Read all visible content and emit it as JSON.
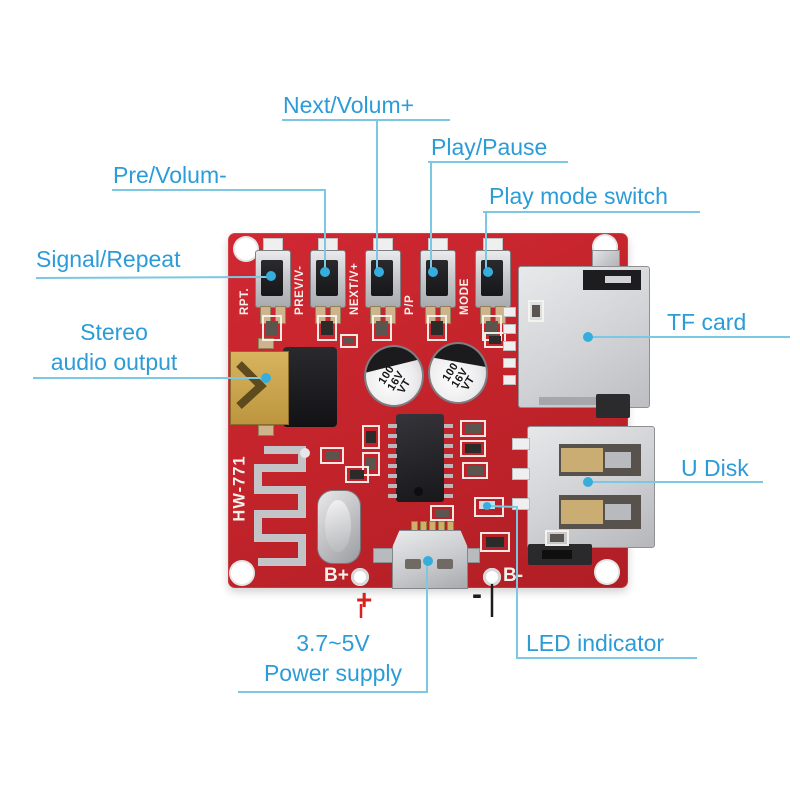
{
  "labels": {
    "signal_repeat": "Signal/Repeat",
    "pre_volum": "Pre/Volum-",
    "next_volum": "Next/Volum+",
    "play_pause": "Play/Pause",
    "play_mode": "Play mode switch",
    "stereo_line1": "Stereo",
    "stereo_line2": "audio output",
    "tf_card": "TF card",
    "u_disk": "U Disk",
    "led_indicator": "LED indicator",
    "power_line1": "3.7~5V",
    "power_line2": "Power supply",
    "plus_mark": "+",
    "minus_mark": "-"
  },
  "board": {
    "model": "HW-771",
    "buttons": [
      {
        "silk": "RPT."
      },
      {
        "silk": "PREV/V-"
      },
      {
        "silk": "NEXT/V+"
      },
      {
        "silk": "P/P"
      },
      {
        "silk": "MODE"
      }
    ],
    "b_plus": "B+",
    "b_minus": "B-",
    "cap_lines": [
      "100",
      "16V",
      "VT"
    ]
  },
  "colors": {
    "label_blue": "#2b9cd8",
    "line_cyan": "#7cc7e2",
    "dot_cyan": "#35aedd",
    "plus_red": "#d7231d",
    "minus_black": "#1c1c1c",
    "silk_white": "#f4f1ec",
    "pcb_red": "#c4242b"
  }
}
